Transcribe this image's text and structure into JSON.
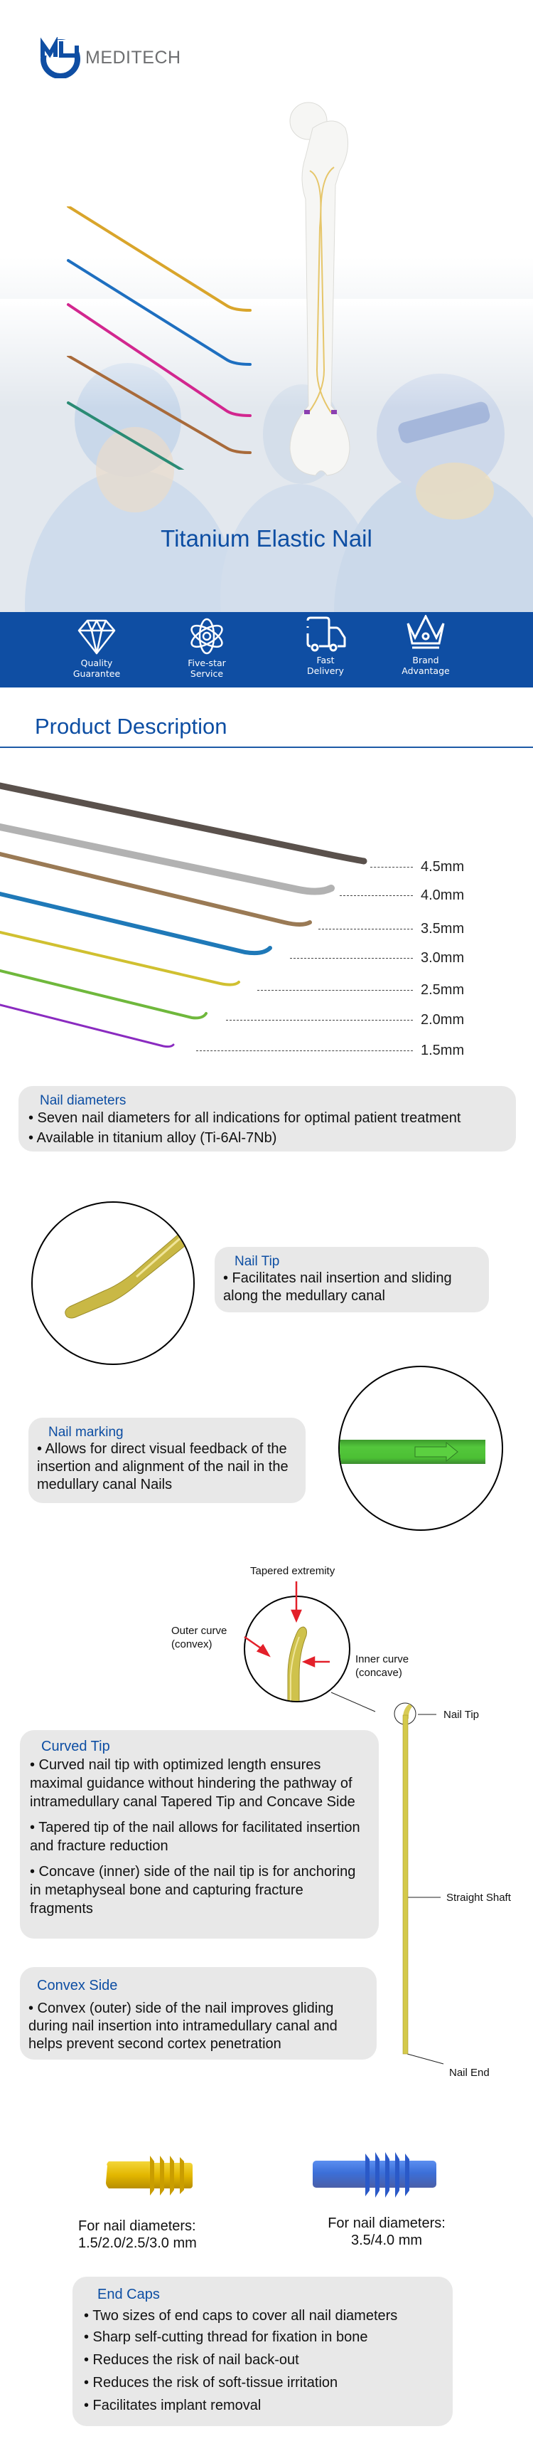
{
  "brand": {
    "name": "MEDITECH",
    "logo_color": "#0f4ea3"
  },
  "hero": {
    "title": "Titanium Elastic Nail",
    "nail_colors": [
      "#d9a52b",
      "#1e6fc0",
      "#d2278f",
      "#a86a3a",
      "#2a8b74"
    ]
  },
  "features": [
    {
      "icon": "diamond-icon",
      "line1": "Quality",
      "line2": "Guarantee"
    },
    {
      "icon": "atom-icon",
      "line1": "Five-star",
      "line2": "Service"
    },
    {
      "icon": "truck-icon",
      "line1": "Fast",
      "line2": "Delivery"
    },
    {
      "icon": "crown-icon",
      "line1": "Brand",
      "line2": "Advantage"
    }
  ],
  "section": {
    "title": "Product Description"
  },
  "diameters": [
    {
      "label": "4.5mm",
      "color": "#5a514c"
    },
    {
      "label": "4.0mm",
      "color": "#9c9c9c"
    },
    {
      "label": "3.5mm",
      "color": "#9a7a55"
    },
    {
      "label": "3.0mm",
      "color": "#1f79b8"
    },
    {
      "label": "2.5mm",
      "color": "#d0c030"
    },
    {
      "label": "2.0mm",
      "color": "#6fb83c"
    },
    {
      "label": "1.5mm",
      "color": "#8a2bc0"
    }
  ],
  "nail_diameters_box": {
    "title": "Nail diameters",
    "items": [
      "• Seven nail diameters for all indications for optimal patient treatment",
      "• Available in titanium alloy (Ti-6Al-7Nb)"
    ]
  },
  "nail_tip_box": {
    "title": "Nail Tip",
    "items": [
      "• Facilitates nail insertion and sliding along the medullary canal"
    ]
  },
  "nail_marking_box": {
    "title": "Nail marking",
    "items": [
      "• Allows for direct visual feedback of the insertion and alignment of the nail in the medullary canal Nails"
    ]
  },
  "tip_diagram": {
    "tapered": "Tapered extremity",
    "outer_1": "Outer curve",
    "outer_2": "(convex)",
    "inner_1": "Inner curve",
    "inner_2": "(concave)",
    "nail_tip": "Nail Tip",
    "straight_shaft": "Straight Shaft",
    "nail_end": "Nail End",
    "arrow_color": "#e3202a"
  },
  "curved_tip_box": {
    "title": "Curved Tip",
    "items": [
      "• Curved nail tip with optimized length ensures maximal guidance without hindering the pathway of intramedullary canal Tapered Tip and Concave Side",
      "• Tapered tip of the nail allows for facilitated insertion and fracture reduction",
      "• Concave (inner) side of the nail tip is for anchoring in metaphyseal bone and capturing fracture fragments"
    ]
  },
  "convex_side_box": {
    "title": "Convex Side",
    "items": [
      "• Convex (outer) side of the nail improves gliding during nail insertion into intramedullary canal and helps prevent second cortex penetration"
    ]
  },
  "end_caps": {
    "small": {
      "line1": "For nail diameters:",
      "line2": "1.5/2.0/2.5/3.0 mm",
      "color": "#e4c21a"
    },
    "large": {
      "line1": "For nail diameters:",
      "line2": "3.5/4.0 mm",
      "color": "#3c6fd8"
    }
  },
  "end_caps_box": {
    "title": "End Caps",
    "items": [
      "• Two sizes of end caps to cover all nail diameters",
      "• Sharp self-cutting thread for fixation in bone",
      "• Reduces the risk of nail back-out",
      "• Reduces the risk of soft-tissue irritation",
      "• Facilitates implant removal"
    ]
  }
}
